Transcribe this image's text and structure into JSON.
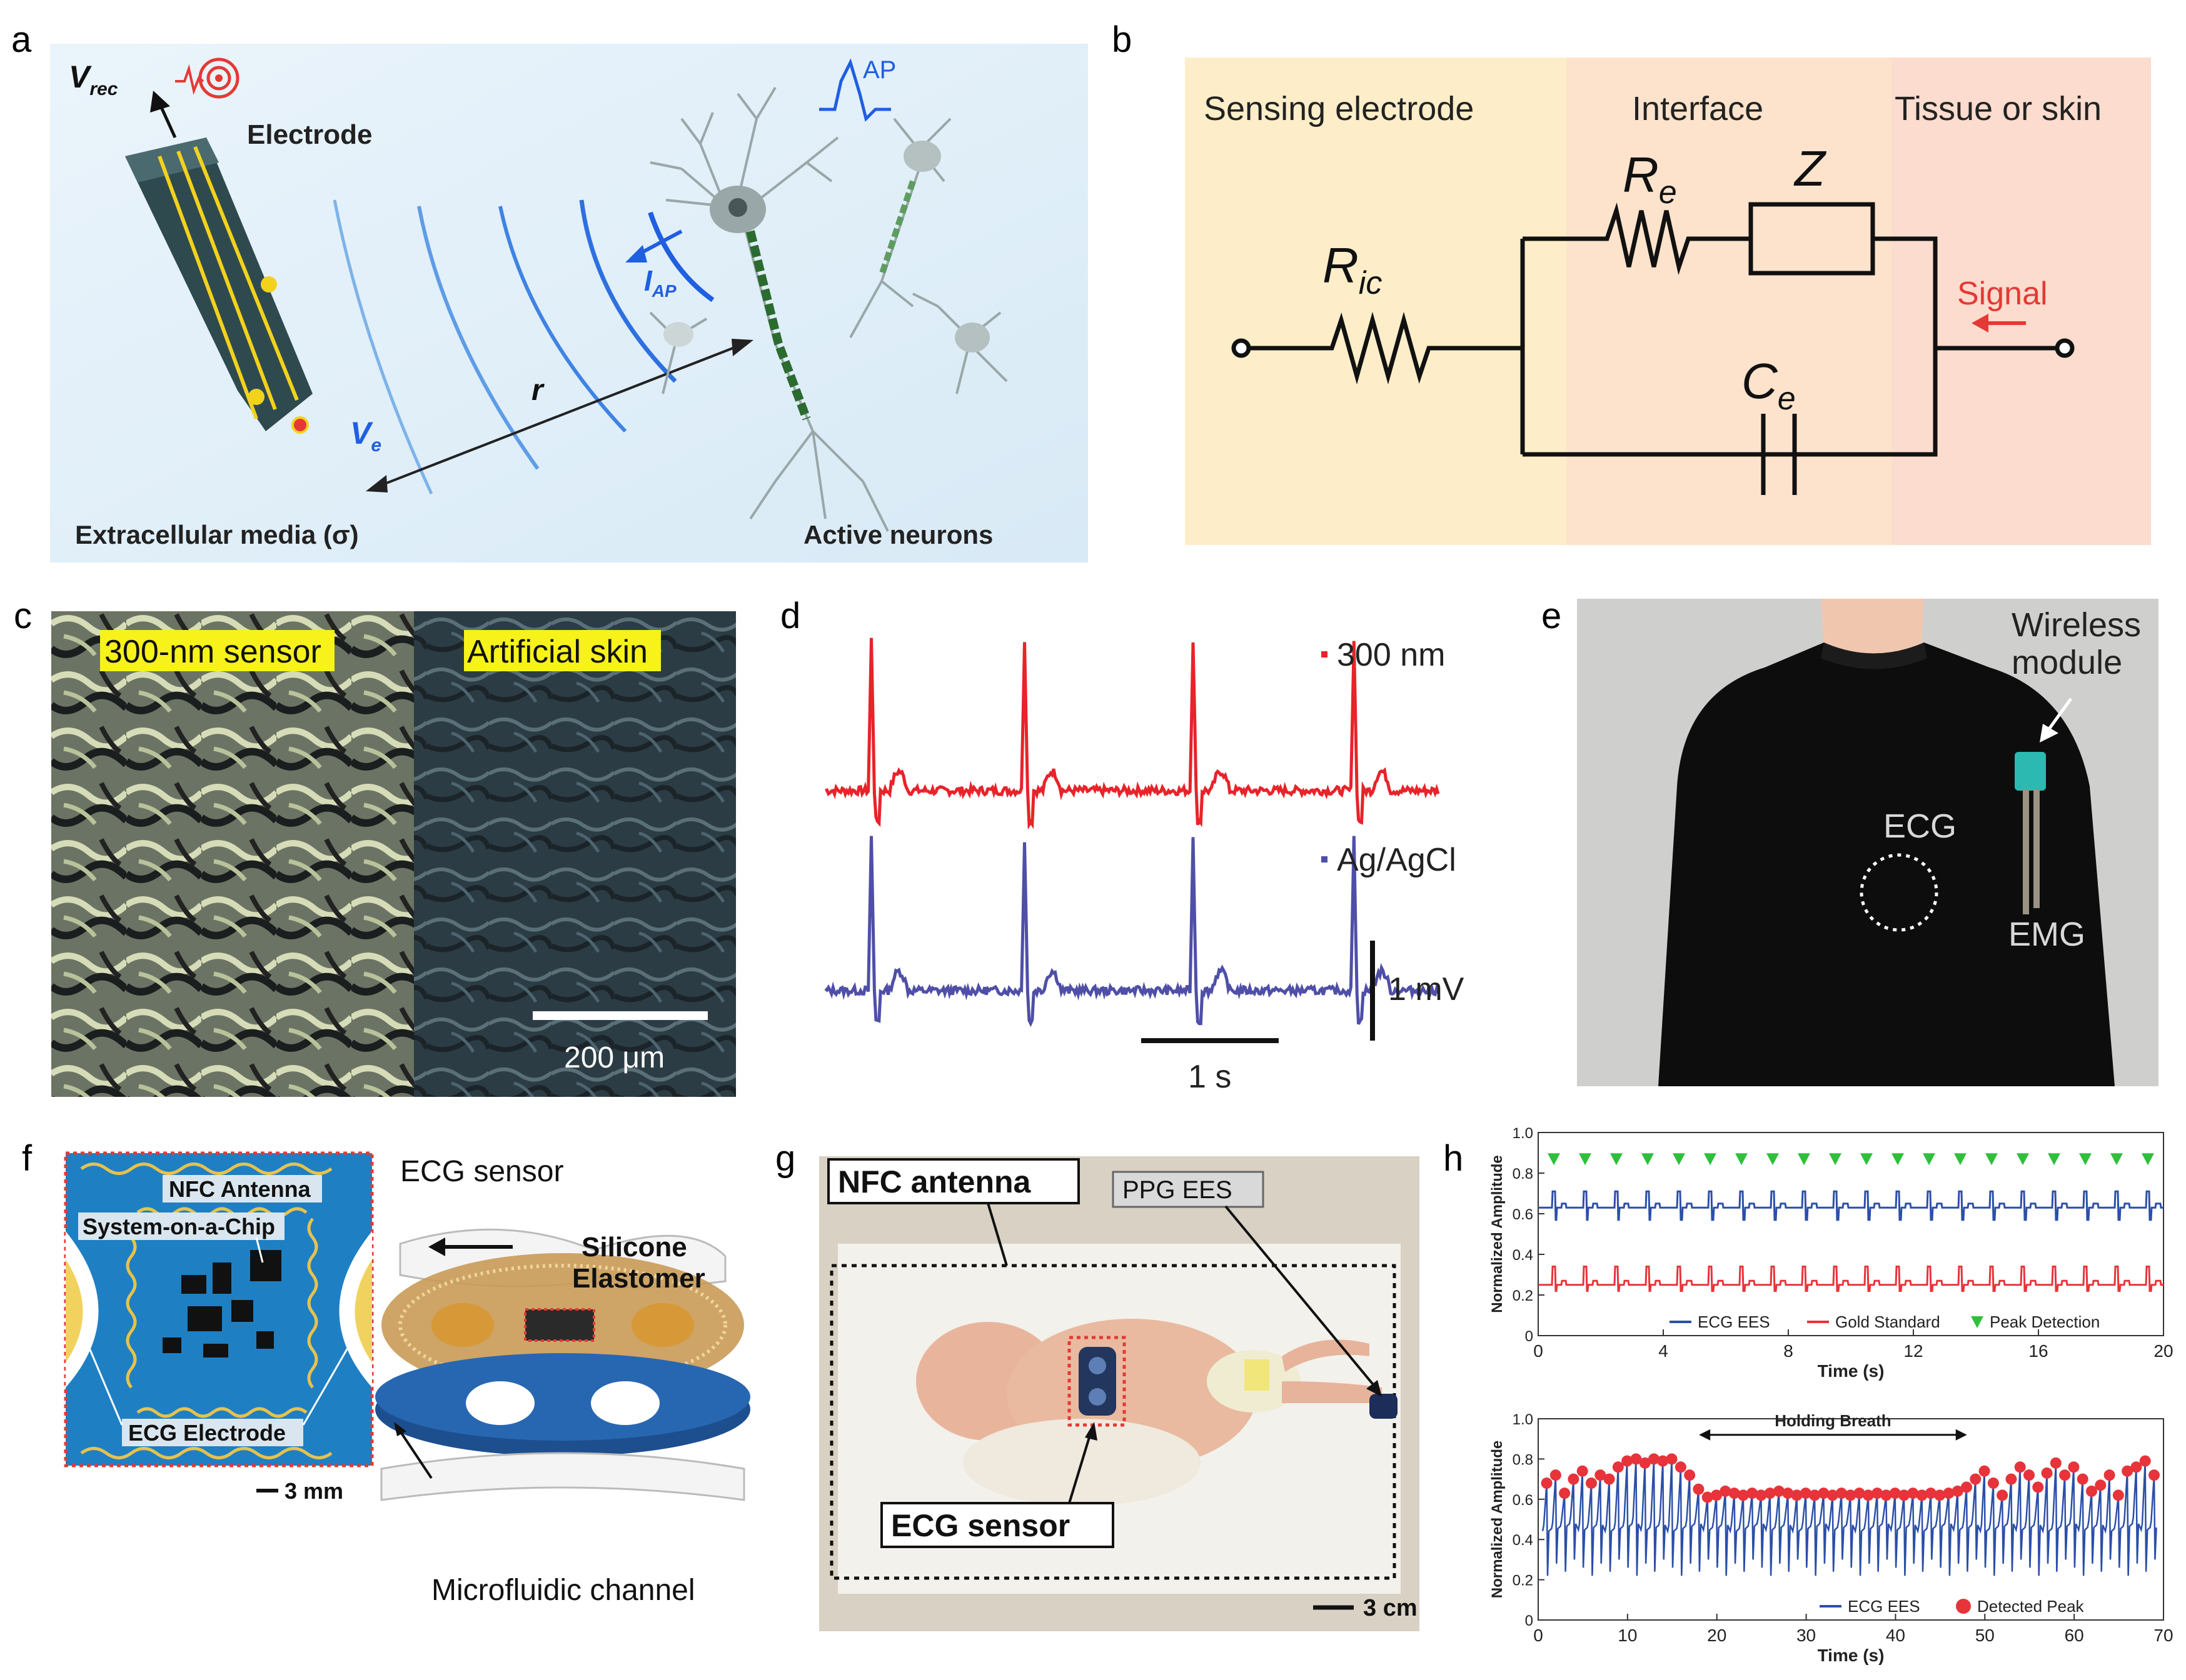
{
  "panel_letters": [
    "a",
    "b",
    "c",
    "d",
    "e",
    "f",
    "g",
    "h"
  ],
  "panel_a": {
    "v_rec": "V",
    "v_rec_sub": "rec",
    "electrode": "Electrode",
    "ap": "AP",
    "i_ap": "I",
    "i_ap_sub": "AP",
    "r": "r",
    "v_e": "V",
    "v_e_sub": "e",
    "media": "Extracellular media (σ)",
    "neurons": "Active neurons"
  },
  "panel_b": {
    "sensing": "Sensing electrode",
    "interface": "Interface",
    "tissue": "Tissue or skin",
    "ric": "R",
    "ric_sub": "ic",
    "re": "R",
    "re_sub": "e",
    "z": "Z",
    "ce": "C",
    "ce_sub": "e",
    "signal": "Signal",
    "colors": {
      "left": "#fbe9c4",
      "mid": "#fbe2c8",
      "right": "#fbd9c9",
      "signal": "#e53935"
    }
  },
  "panel_c": {
    "left_label": "300-nm sensor",
    "right_label": "Artificial skin",
    "scale": "200 μm"
  },
  "panel_d": {
    "legend_1": "300 nm",
    "legend_2": "Ag/AgCl",
    "scale_v": "1 mV",
    "scale_t": "1 s",
    "colors": {
      "s1": "#e8232a",
      "s2": "#4f4fa8"
    }
  },
  "panel_e": {
    "wireless": "Wireless",
    "module": "module",
    "ecg": "ECG",
    "emg": "EMG"
  },
  "panel_f": {
    "nfc": "NFC Antenna",
    "soc": "System-on-a-Chip",
    "ecg_electrode": "ECG Electrode",
    "scale": "3 mm",
    "ecg_sensor": "ECG sensor",
    "silicone_1": "Silicone",
    "silicone_2": "Elastomer",
    "channel": "Microfluidic channel"
  },
  "panel_g": {
    "nfc": "NFC antenna",
    "ppg": "PPG EES",
    "ecg": "ECG sensor",
    "scale": "3 cm"
  },
  "chart_data": [
    {
      "type": "line",
      "xlabel": "Time (s)",
      "ylabel": "Normalized Amplitude",
      "xlim": [
        0,
        20
      ],
      "ylim": [
        0,
        1.0
      ],
      "xticks": [
        0,
        4,
        8,
        12,
        16,
        20
      ],
      "yticks": [
        0,
        0.2,
        0.4,
        0.6,
        0.8,
        1.0
      ],
      "ytick_labels": [
        "0",
        "0.2",
        "0.4",
        "0.6",
        "0.8",
        "1.0"
      ],
      "series": [
        {
          "name": "ECG EES",
          "baseline": 0.63,
          "peak": 0.71,
          "trough": 0.57,
          "color": "#2b4fa8"
        },
        {
          "name": "Gold Standard",
          "baseline": 0.25,
          "peak": 0.34,
          "trough": 0.22,
          "color": "#e8333a"
        },
        {
          "name": "Peak Detection",
          "y": 0.87,
          "color": "#2fbf3b"
        }
      ],
      "beat_times": [
        0.5,
        1.5,
        2.5,
        3.5,
        4.5,
        5.5,
        6.5,
        7.5,
        8.5,
        9.5,
        10.5,
        11.5,
        12.5,
        13.5,
        14.5,
        15.5,
        16.5,
        17.5,
        18.5,
        19.5
      ]
    },
    {
      "type": "line",
      "xlabel": "Time (s)",
      "ylabel": "Normalized Amplitude",
      "xlim": [
        0,
        70
      ],
      "ylim": [
        0,
        1.0
      ],
      "xticks": [
        0,
        10,
        20,
        30,
        40,
        50,
        60,
        70
      ],
      "yticks": [
        0,
        0.2,
        0.4,
        0.6,
        0.8,
        1.0
      ],
      "ytick_labels": [
        "0",
        "0.2",
        "0.4",
        "0.6",
        "0.8",
        "1.0"
      ],
      "annotation": {
        "text": "Holding Breath",
        "x0": 18,
        "x1": 48,
        "y": 0.92
      },
      "series": [
        {
          "name": "ECG EES",
          "color": "#2b4fa8"
        },
        {
          "name": "Detected Peak",
          "color": "#e8333a"
        }
      ],
      "peaks": [
        [
          1,
          0.68
        ],
        [
          2,
          0.72
        ],
        [
          3,
          0.63
        ],
        [
          4,
          0.7
        ],
        [
          5,
          0.74
        ],
        [
          6,
          0.68
        ],
        [
          7,
          0.72
        ],
        [
          8,
          0.7
        ],
        [
          9,
          0.76
        ],
        [
          10,
          0.79
        ],
        [
          11,
          0.8
        ],
        [
          12,
          0.78
        ],
        [
          13,
          0.8
        ],
        [
          14,
          0.79
        ],
        [
          15,
          0.8
        ],
        [
          16,
          0.76
        ],
        [
          17,
          0.72
        ],
        [
          18,
          0.65
        ],
        [
          19,
          0.61
        ],
        [
          20,
          0.62
        ],
        [
          21,
          0.64
        ],
        [
          22,
          0.63
        ],
        [
          23,
          0.62
        ],
        [
          24,
          0.63
        ],
        [
          25,
          0.62
        ],
        [
          26,
          0.63
        ],
        [
          27,
          0.64
        ],
        [
          28,
          0.63
        ],
        [
          29,
          0.62
        ],
        [
          30,
          0.63
        ],
        [
          31,
          0.62
        ],
        [
          32,
          0.63
        ],
        [
          33,
          0.62
        ],
        [
          34,
          0.63
        ],
        [
          35,
          0.62
        ],
        [
          36,
          0.63
        ],
        [
          37,
          0.62
        ],
        [
          38,
          0.63
        ],
        [
          39,
          0.62
        ],
        [
          40,
          0.63
        ],
        [
          41,
          0.62
        ],
        [
          42,
          0.63
        ],
        [
          43,
          0.62
        ],
        [
          44,
          0.63
        ],
        [
          45,
          0.62
        ],
        [
          46,
          0.63
        ],
        [
          47,
          0.64
        ],
        [
          48,
          0.66
        ],
        [
          49,
          0.7
        ],
        [
          50,
          0.74
        ],
        [
          51,
          0.68
        ],
        [
          52,
          0.62
        ],
        [
          53,
          0.7
        ],
        [
          54,
          0.76
        ],
        [
          55,
          0.72
        ],
        [
          56,
          0.66
        ],
        [
          57,
          0.73
        ],
        [
          58,
          0.78
        ],
        [
          59,
          0.72
        ],
        [
          60,
          0.76
        ],
        [
          61,
          0.7
        ],
        [
          62,
          0.64
        ],
        [
          63,
          0.67
        ],
        [
          64,
          0.72
        ],
        [
          65,
          0.62
        ],
        [
          66,
          0.74
        ],
        [
          67,
          0.76
        ],
        [
          68,
          0.79
        ],
        [
          69,
          0.72
        ]
      ]
    }
  ]
}
